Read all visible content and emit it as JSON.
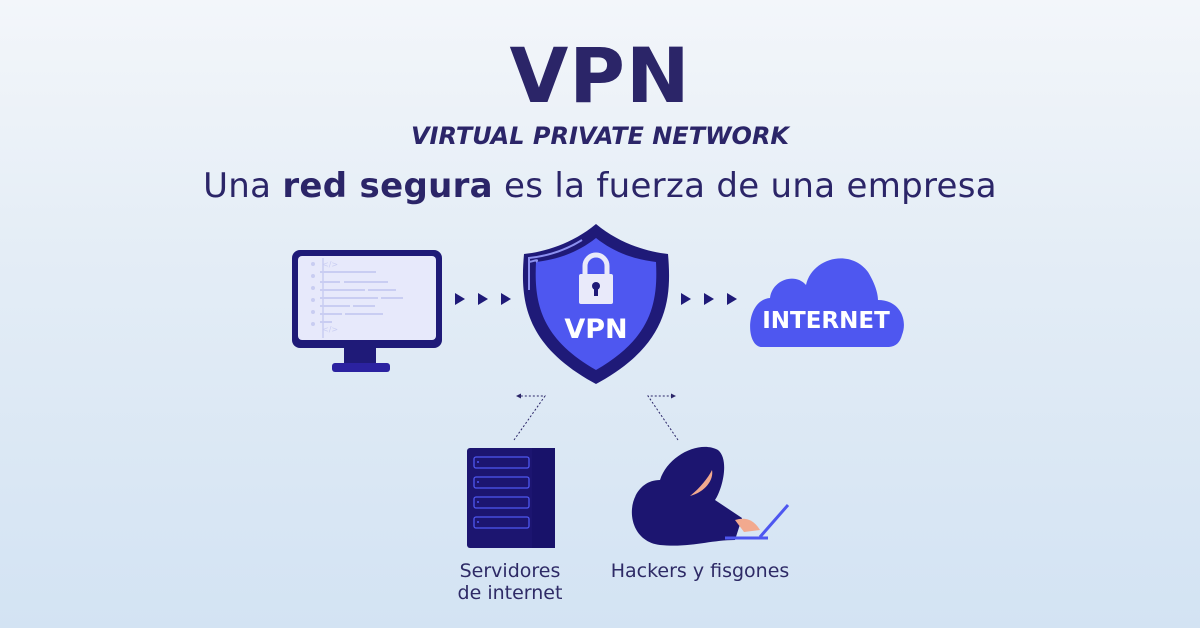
{
  "header": {
    "title": "VPN",
    "subtitle": "VIRTUAL PRIVATE NETWORK",
    "tagline_before": "Una ",
    "tagline_bold": "red segura",
    "tagline_after": " es la fuerza de una empresa"
  },
  "diagram": {
    "shield_label": "VPN",
    "cloud_label": "INTERNET",
    "servers_label_line1": "Servidores",
    "servers_label_line2": "de internet",
    "hackers_label": "Hackers y fisgones"
  },
  "colors": {
    "navy": "#2b2568",
    "shield_dark": "#1f1a78",
    "accent_blue": "#4e57f0"
  }
}
